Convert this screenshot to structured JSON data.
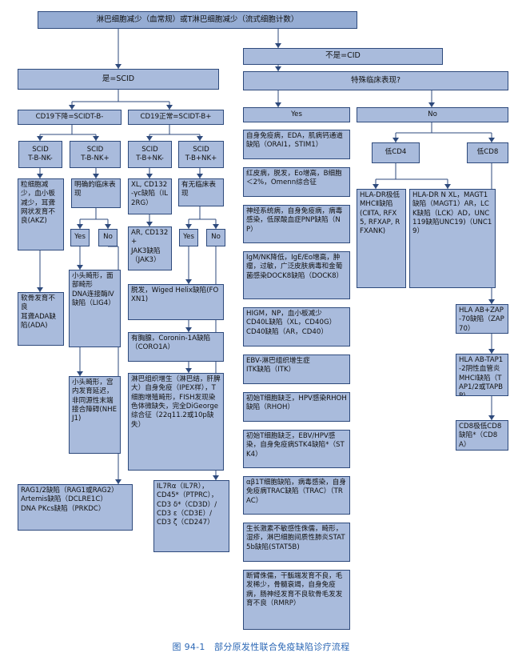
{
  "figure": {
    "caption": "图 94-1　部分原发性联合免疫缺陷诊疗流程"
  },
  "nodes": {
    "top": "淋巴细胞减少（血常规）或T淋巴细胞减少（流式细胞计数）",
    "not_scid": "不是=CID",
    "is_scid": "是=SCID",
    "special": "特殊临床表现?",
    "cd19_low": "CD19下降=SCIDT-B-",
    "cd19_normal": "CD19正常=SCIDT-B+",
    "yes_main": "Yes",
    "no_main": "No",
    "tbnk_neg": "SCID\nT-B-NK-",
    "tbnk_pos": "SCID\nT-B-NK+",
    "tbpnk_neg": "SCID\nT-B+NK-",
    "tbpnk_pos": "SCID\nT-B+NK+",
    "akz": "粒细胞减少，血小板减少，耳聋\n网状发育不良(AKZ)",
    "clear_clinical": "明确的临床表现",
    "il2rg": "XL, CD132-γc缺陷（IL2RG）",
    "has_clinical": "有无临床表现",
    "yes_a": "Yes",
    "no_a": "No",
    "yes_b": "Yes",
    "no_b": "No",
    "ada": "软骨发育不良\n耳聋ADA缺陷(ADA)",
    "lig4": "小头畸形，面部畸形\nDNA连接酶Ⅳ缺陷（LIG4）",
    "jak3": "AR, CD132+\nJAK3缺陷（JAK3）",
    "foxn1": "脱发，Wiged Helix缺陷(FOXN1)",
    "coro1a": "有胸腺，Coronin-1A缺陷（CORO1A）",
    "nhej1": "小头畸形，宫内发育延迟，非同源性末端接合障碍(NHEJ1)",
    "digeorge": "淋巴组织增生（淋巴结，肝脾大）自身免疫（IPEX样），T细胞增殖畸形，FISH发现染色体微缺失，完全DiGeorge综合征（22q11.2或10p缺失）",
    "rag": "RAG1/2缺陷（RAG1或RAG2）\nArtemis缺陷（DCLRE1C）\nDNA PKcs缺陷（PRKDC）",
    "il7r": "IL7Rα（IL7R），\nCD45*（PTPRC），\nCD3 δ*（CD3D）/\nCD3 ε（CD3E）/\nCD3 ζ（CD247）",
    "orai1": "自身免疫病，EDA，肌病钙通道缺陷（ORAI1，STIM1）",
    "omenn": "红皮病，脱发，Eo增高，B细胞＜2%，Omenn综合征",
    "pnp": "神经系统病，自身免疫病，病毒感染，低尿酸血症PNP缺陷（NP）",
    "dock8": "IgM/NK降低，IgE/Eo增高，肿瘤，过敏，广泛皮肤病毒和金葡菌感染DOCK8缺陷（DOCK8）",
    "cd40": "HIGM，NP，血小板减少\nCD40L缺陷（XL，CD40G）\nCD40缺陷（AR，CD40）",
    "itk": "EBV-淋巴组织增生症\nITK缺陷（ITK）",
    "rhoh": "初始T细胞缺乏，HPV感染RHOH缺陷（RHOH）",
    "stk4": "初始T细胞缺乏，EBV/HPV感染，自身免疫病STK4缺陷*（STK4）",
    "trac": "αβ1T细胞缺陷，病毒感染，自身免疫病TRAC缺陷（TRAC）（TRAC）",
    "stat5b": "生长激素不敏感性侏儒，畸形，湿疹，淋巴细胞间质性肺炎STAT5b缺陷(STAT5B)",
    "rmrp": "断臂侏儒，干骺端发育不良，毛发稀少，骨髓衰竭，自身免疫病，肠神经发育不良软骨毛发发育不良（RMRP）",
    "low_cd4": "低CD4",
    "low_cd8": "低CD8",
    "hla_dr": "HLA-DR极低\nMHCⅡ缺陷\n(CⅡTA, RFX5, RFXAP, RFXANK)",
    "magt1": "HLA-DR N XL，MAGT1缺陷（MAGT1）AR，LCK缺陷（LCK）AD，UNC119缺陷UNC19)（UNC19）",
    "zap70": "HLA AB+ZAP-70缺陷（ZAP70）",
    "tap": "HLA AB-TAP1-2阴性血管炎MHCⅠ缺陷（TAP1/2或TAPBP)",
    "cd8a": "CD8极低CD8缺陷*（CD8A）"
  }
}
